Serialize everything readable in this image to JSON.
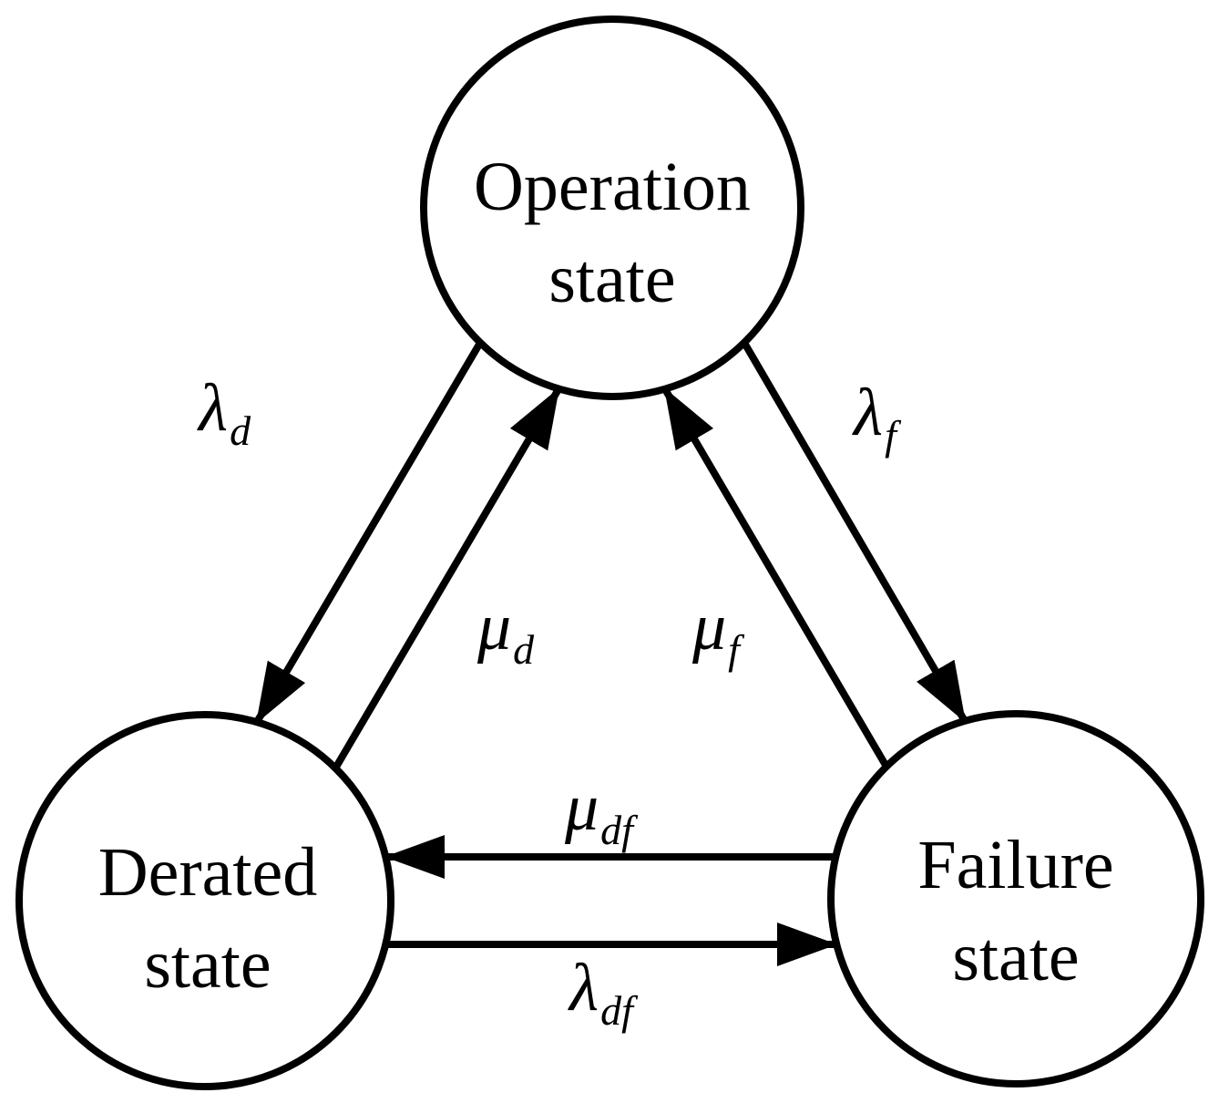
{
  "diagram": {
    "background_color": "#ffffff",
    "stroke_color": "#000000",
    "states": [
      {
        "id": "operation",
        "line1": "Operation",
        "line2": "state"
      },
      {
        "id": "derated",
        "line1": "Derated",
        "line2": "state"
      },
      {
        "id": "failure",
        "line1": "Failure",
        "line2": "state"
      }
    ],
    "transitions": [
      {
        "id": "lambda-d",
        "symbol": "λ",
        "subscript": "d",
        "from": "operation",
        "to": "derated"
      },
      {
        "id": "mu-d",
        "symbol": "μ",
        "subscript": "d",
        "from": "derated",
        "to": "operation"
      },
      {
        "id": "lambda-f",
        "symbol": "λ",
        "subscript": "f",
        "from": "operation",
        "to": "failure"
      },
      {
        "id": "mu-f",
        "symbol": "μ",
        "subscript": "f",
        "from": "failure",
        "to": "operation"
      },
      {
        "id": "mu-df",
        "symbol": "μ",
        "subscript": "df",
        "from": "failure",
        "to": "derated"
      },
      {
        "id": "lambda-df",
        "symbol": "λ",
        "subscript": "df",
        "from": "derated",
        "to": "failure"
      }
    ]
  }
}
